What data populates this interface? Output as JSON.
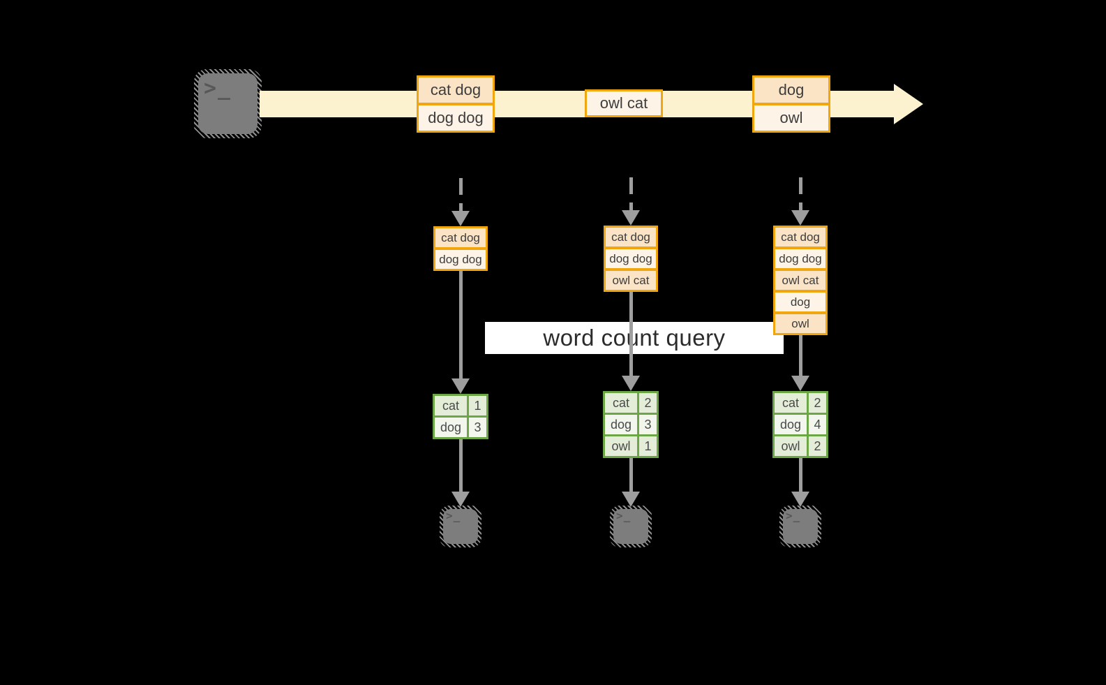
{
  "icons": {
    "terminal_glyph": ">_"
  },
  "stream": {
    "batches": [
      {
        "items": [
          "cat dog",
          "dog dog"
        ]
      },
      {
        "items": [
          "owl cat"
        ]
      },
      {
        "items": [
          "dog",
          "owl"
        ]
      }
    ]
  },
  "windows": [
    {
      "items": [
        "cat dog",
        "dog dog"
      ]
    },
    {
      "items": [
        "cat dog",
        "dog dog",
        "owl cat"
      ]
    },
    {
      "items": [
        "cat dog",
        "dog dog",
        "owl cat",
        "dog",
        "owl"
      ]
    }
  ],
  "query": {
    "label": "word count query"
  },
  "results": [
    {
      "rows": [
        [
          "cat",
          "1"
        ],
        [
          "dog",
          "3"
        ]
      ]
    },
    {
      "rows": [
        [
          "cat",
          "2"
        ],
        [
          "dog",
          "3"
        ],
        [
          "owl",
          "1"
        ]
      ]
    },
    {
      "rows": [
        [
          "cat",
          "2"
        ],
        [
          "dog",
          "4"
        ],
        [
          "owl",
          "2"
        ]
      ]
    }
  ],
  "colors": {
    "accent_orange": "#f0a70f",
    "cell_peach_dark": "#fbe3c6",
    "cell_peach_light": "#fdf3e6",
    "band_cream": "#fcf2cf",
    "accent_green": "#6ca646",
    "cell_green_dark": "#e3edd8",
    "cell_green_light": "#f2f6ec",
    "arrow_gray": "#9e9e9e",
    "background": "#000000"
  }
}
